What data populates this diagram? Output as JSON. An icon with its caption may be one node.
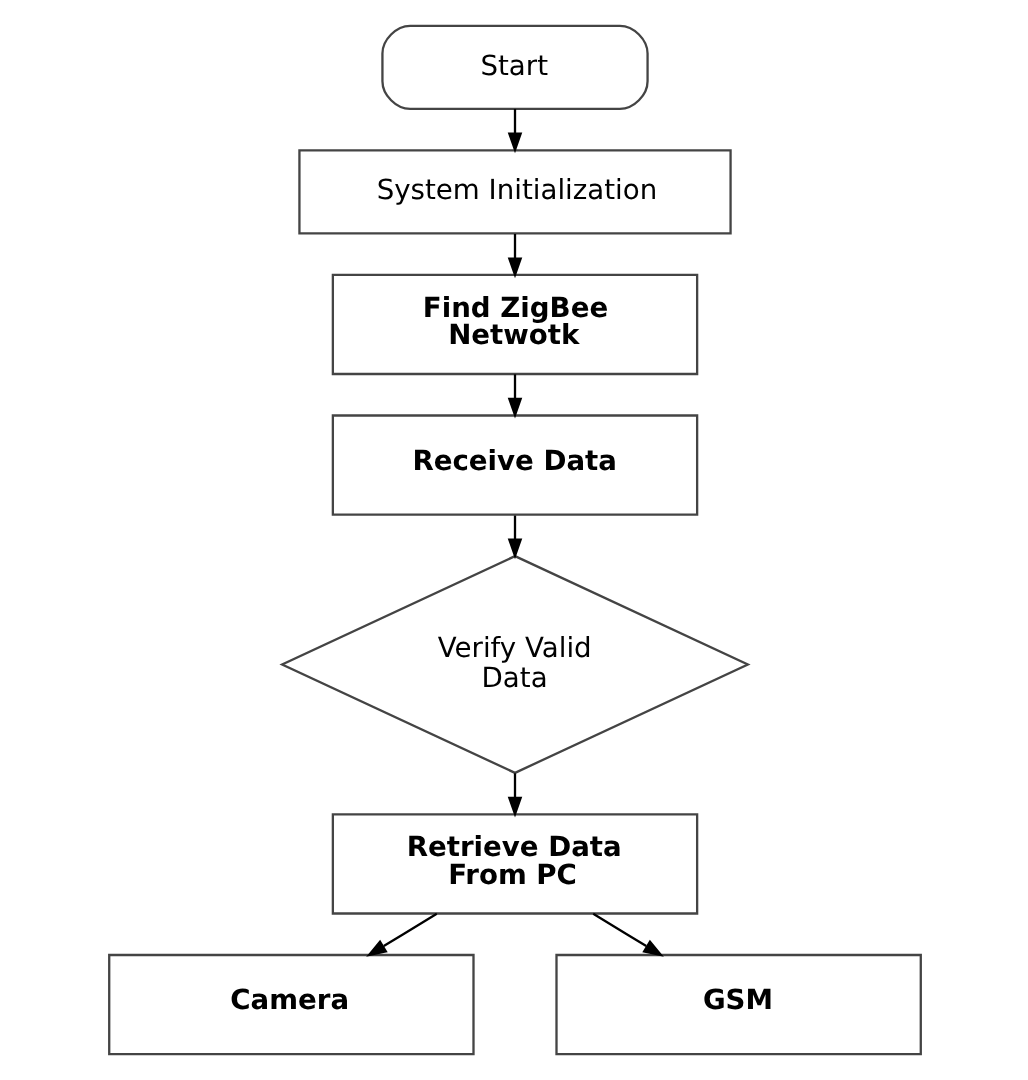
{
  "diagram": {
    "nodes": [
      {
        "text": [
          "Start"
        ]
      },
      {
        "text": [
          "System Initialization"
        ]
      },
      {
        "text": [
          "Find ZigBee Netwotk"
        ]
      },
      {
        "text": [
          "Receive Data"
        ]
      },
      {
        "text": [
          "Verify Valid Data"
        ]
      },
      {
        "text": [
          "Retrieve Data From PC"
        ]
      },
      {
        "text": [
          "Camera"
        ]
      },
      {
        "text": [
          "GSM"
        ]
      }
    ],
    "edges": [
      {
        "from": 0,
        "to": 1,
        "arrow": "to"
      },
      {
        "from": 1,
        "to": 2,
        "arrow": "to"
      },
      {
        "from": 2,
        "to": 3,
        "arrow": "to"
      },
      {
        "from": 3,
        "to": 4,
        "arrow": "to"
      },
      {
        "from": 4,
        "to": 5,
        "arrow": "to"
      },
      {
        "from": 5,
        "to": 6,
        "arrow": "to"
      },
      {
        "from": 5,
        "to": 7,
        "arrow": "to"
      }
    ]
  }
}
